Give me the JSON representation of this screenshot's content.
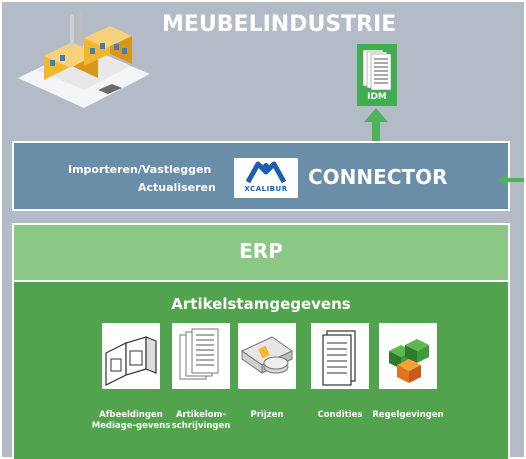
{
  "header": {
    "title": "MEUBELINDUSTRIE"
  },
  "idm": {
    "label": "IDM"
  },
  "connector": {
    "line1": "Importeren/Vastleggen",
    "line2": "Actualiseren",
    "logo_text": "XCALIBUR",
    "title": "CONNECTOR"
  },
  "erp": {
    "title": "ERP",
    "section_title": "Artikelstamgegevens",
    "items": [
      {
        "label": "Afbeeldingen Mediage-gevens",
        "icon": "images-icon"
      },
      {
        "label": "Artikelom-schrijvingen",
        "icon": "documents-icon"
      },
      {
        "label": "Prijzen",
        "icon": "money-icon"
      },
      {
        "label": "Condities",
        "icon": "conditions-icon"
      },
      {
        "label": "Regelgevingen",
        "icon": "cubes-icon"
      }
    ]
  },
  "colors": {
    "background": "#b3bcc6",
    "connector": "#6b8ea8",
    "erp_head": "#8cc885",
    "erp_body": "#52a34e",
    "arrow": "#4db45a"
  }
}
